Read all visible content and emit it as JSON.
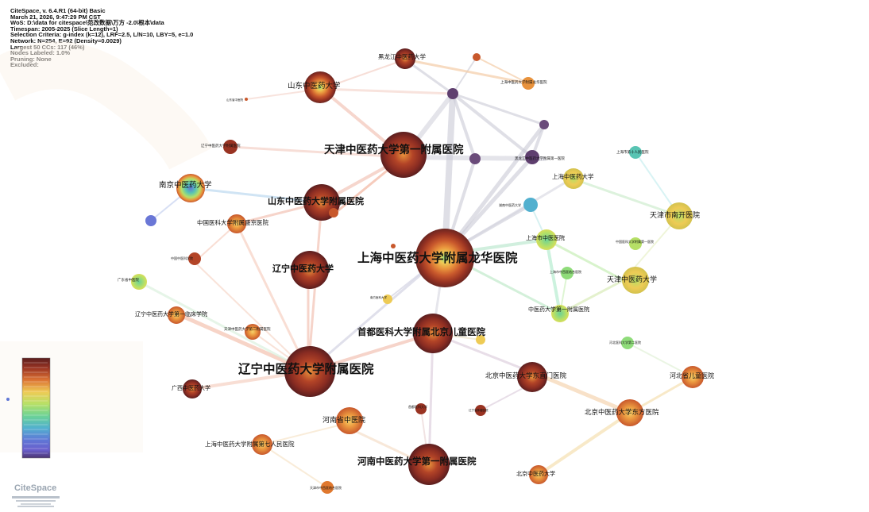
{
  "header": [
    "CiteSpace, v. 6.4.R1 (64-bit) Basic",
    "March 21, 2026, 9:47:29 PM CST",
    "WoS: D:\\data for citespace\\范改数据\\万方 -2.0\\根本\\data",
    "Timespan: 2005-2025 (Slice Length=1)",
    "Selection Criteria: g-index (k=12), LRF=2.5, L/N=10, LBY=5, e=1.0",
    "Network: N=254, E=92 (Density=0.0029)",
    "Largest 50 CCs: 117 (46%)",
    "Nodes Labeled: 1.0%",
    "Pruning: None",
    "Excluded:"
  ],
  "logo": {
    "text": "CiteSpace"
  },
  "legend": {
    "colors": [
      "#5a1e1e",
      "#7a2a22",
      "#993322",
      "#b34427",
      "#c8582c",
      "#db7333",
      "#e8923c",
      "#f0b04a",
      "#eecb55",
      "#d9dd5a",
      "#b6e066",
      "#8fdc7a",
      "#6bd296",
      "#58c4b3",
      "#52b0cf",
      "#5694d9",
      "#5f77d6",
      "#6a5ecc",
      "#6f4bb6",
      "#5f3f8f"
    ]
  },
  "nodes": [
    {
      "id": "longhua",
      "label": "上海中医药大学附属龙华医院",
      "size": "xl",
      "color": "#d95a2a"
    },
    {
      "id": "liaoning_fy",
      "label": "辽宁中医药大学附属医院",
      "size": "xl",
      "color": "#b84a2e"
    },
    {
      "id": "tianjin_fy1",
      "label": "天津中医药大学第一附属医院",
      "size": "l",
      "color": "#b84a2e"
    },
    {
      "id": "henan_fy1",
      "label": "河南中医药大学第一附属医院",
      "size": "l",
      "color": "#b84a2e"
    },
    {
      "id": "shoudu_etyy",
      "label": "首都医科大学附属北京儿童医院",
      "size": "l",
      "color": "#a33a2e"
    },
    {
      "id": "shandong_fy",
      "label": "山东中医药大学附属医院",
      "size": "l",
      "color": "#b84a2e"
    },
    {
      "id": "liaoning_dx",
      "label": "辽宁中医药大学",
      "size": "l",
      "color": "#a33a2e"
    },
    {
      "id": "shandong_dx",
      "label": "山东中医药大学",
      "size": "m",
      "color": "#d95a2a"
    },
    {
      "id": "nanjing_dx",
      "label": "南京中医药大学",
      "size": "m",
      "color": "#4fb2d6"
    },
    {
      "id": "beijing_dzm",
      "label": "北京中医药大学东直门医院",
      "size": "m",
      "color": "#993322"
    },
    {
      "id": "beijing_df",
      "label": "北京中医药大学东方医院",
      "size": "m",
      "color": "#e0782e"
    },
    {
      "id": "henan_sheng",
      "label": "河南省中医院",
      "size": "m",
      "color": "#e9893a"
    },
    {
      "id": "tianjin_nk",
      "label": "天津市南开医院",
      "size": "m",
      "color": "#dad860"
    },
    {
      "id": "tianjin_dx",
      "label": "天津中医药大学",
      "size": "m",
      "color": "#d8d85a"
    },
    {
      "id": "hebei_et",
      "label": "河北省儿童医院",
      "size": "s",
      "color": "#d8602a"
    },
    {
      "id": "heilongjiang",
      "label": "黑龙江中医药大学",
      "size": "s",
      "color": "#993322"
    },
    {
      "id": "guangzhou_chn",
      "label": "中国医科大学附属盛京医院",
      "size": "s",
      "color": "#c65a2c"
    },
    {
      "id": "shanghai_dx",
      "label": "上海中医药大学",
      "size": "s",
      "color": "#d6cf5a"
    },
    {
      "id": "shanghai_szy",
      "label": "上海市中医医院",
      "size": "s",
      "color": "#8fdc7a"
    },
    {
      "id": "liaoning_lc",
      "label": "辽宁中医药大学第一临床学院",
      "size": "s",
      "color": "#c8582c"
    },
    {
      "id": "guangxi",
      "label": "广西中医药大学",
      "size": "s",
      "color": "#b34427"
    },
    {
      "id": "shanghai_q",
      "label": "上海中医药大学附属第七人民医院",
      "size": "s",
      "color": "#e8923c"
    },
    {
      "id": "beijing_dx",
      "label": "北京中医药大学",
      "size": "s",
      "color": "#e8923c"
    },
    {
      "id": "zhongyi_fy1",
      "label": "中医药大学第一附属医院",
      "size": "s",
      "color": "#8fdc7a"
    }
  ],
  "small_labels": [
    "上海中医药大学附属龙华医院",
    "辽宁中医药大学附属医院",
    "山东省中医院",
    "广东省中医院",
    "中国中医科学院",
    "天津中医药大学第二附属医院",
    "河北医科大学第二医院",
    "上海市第十人民医院",
    "中国医科大学附属第一医院",
    "黑龙江中医药大学附属第一医院",
    "湖南中医药大学",
    "上海市中西医结合医院",
    "南方医科大学",
    "首都医科大学",
    "辽宁省肿瘤医院",
    "天津市中西医结合医院"
  ]
}
